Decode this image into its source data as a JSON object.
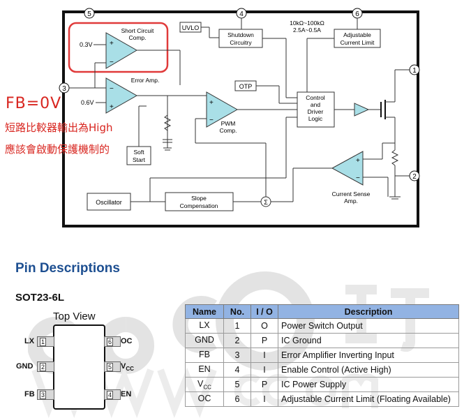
{
  "diagram": {
    "pins": [
      "1",
      "2",
      "3",
      "4",
      "5",
      "6"
    ],
    "labels": {
      "short_circuit": "Short Circuit",
      "comp": "Comp.",
      "v03": "0.3V",
      "v06": "0.6V",
      "error_amp": "Error Amp.",
      "uvlo": "UVLO",
      "shutdown1": "Shutdown",
      "shutdown2": "Circuitry",
      "range1": "10kΩ~100kΩ",
      "range2": "2.5A~0.5A",
      "adj1": "Adjustable",
      "adj2": "Current Limit",
      "otp": "OTP",
      "control1": "Control",
      "control2": "and",
      "control3": "Driver",
      "control4": "Logic",
      "pwm1": "PWM",
      "pwm2": "Comp.",
      "soft1": "Soft",
      "soft2": "Start",
      "oscillator": "Oscillator",
      "slope1": "Slope",
      "slope2": "Compensation",
      "sigma": "Σ",
      "cs1": "Current Sense",
      "cs2": "Amp."
    }
  },
  "annotation": {
    "fb": "FB=0V",
    "line1": "短路比較器輸出為High",
    "line2": "應該會啟動保護機制的"
  },
  "section_title": "Pin Descriptions",
  "package": {
    "name": "SOT23-6L",
    "view": "Top View",
    "left_pins": [
      {
        "label": "LX",
        "num": "1"
      },
      {
        "label": "GND",
        "num": "2"
      },
      {
        "label": "FB",
        "num": "3"
      }
    ],
    "right_pins": [
      {
        "label": "OC",
        "num": "6"
      },
      {
        "label": "V",
        "sub": "CC",
        "num": "5"
      },
      {
        "label": "EN",
        "num": "4"
      }
    ]
  },
  "table": {
    "headers": [
      "Name",
      "No.",
      "I / O",
      "Description"
    ],
    "rows": [
      {
        "name": "LX",
        "sub": "",
        "no": "1",
        "io": "O",
        "desc": "Power Switch Output"
      },
      {
        "name": "GND",
        "sub": "",
        "no": "2",
        "io": "P",
        "desc": "IC Ground"
      },
      {
        "name": "FB",
        "sub": "",
        "no": "3",
        "io": "I",
        "desc": "Error Amplifier Inverting Input"
      },
      {
        "name": "EN",
        "sub": "",
        "no": "4",
        "io": "I",
        "desc": "Enable Control (Active High)"
      },
      {
        "name": "V",
        "sub": "CC",
        "no": "5",
        "io": "P",
        "desc": "IC Power Supply"
      },
      {
        "name": "OC",
        "sub": "",
        "no": "6",
        "io": "I",
        "desc": "Adjustable Current Limit (Floating Available)"
      }
    ]
  }
}
